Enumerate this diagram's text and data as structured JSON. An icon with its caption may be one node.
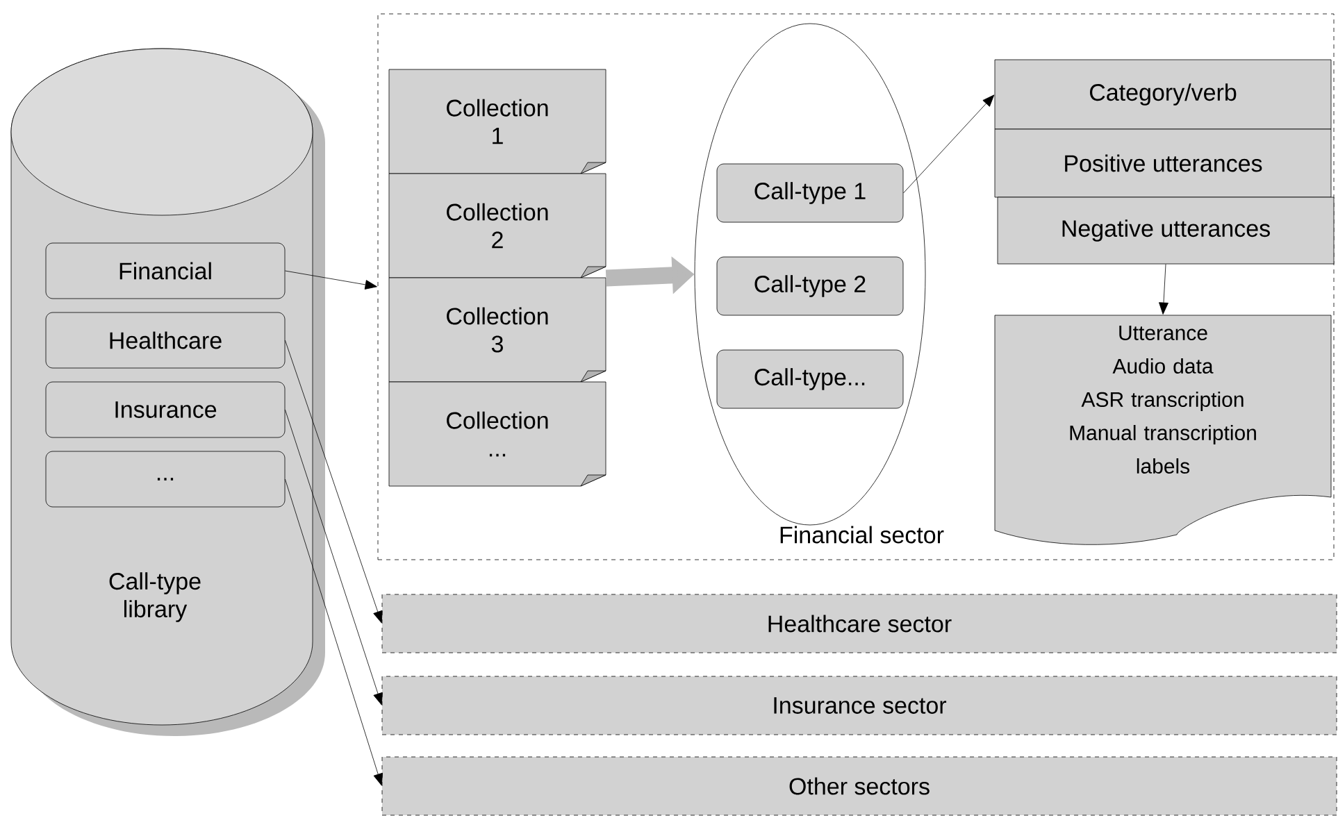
{
  "diagram": {
    "nodes": [
      {
        "text": [
          "Call-type library"
        ]
      },
      {
        "text": [
          "Financial"
        ],
        "in": 0
      },
      {
        "text": [
          "Healthcare"
        ],
        "in": 0
      },
      {
        "text": [
          "Insurance"
        ],
        "in": 0
      },
      {
        "text": [
          "..."
        ],
        "in": 0
      },
      {
        "text": [
          "Financial sector"
        ]
      },
      {
        "text": [
          "Collection 1"
        ],
        "in": 5
      },
      {
        "text": [
          "Collection 2"
        ],
        "in": 5
      },
      {
        "text": [
          "Collection 3"
        ],
        "in": 5
      },
      {
        "text": [
          "Collection ..."
        ],
        "in": 5
      },
      {
        "text": [],
        "shape": "ellipse",
        "in": 5
      },
      {
        "text": [
          "Call-type 1"
        ],
        "in": 10
      },
      {
        "text": [
          "Call-type 2"
        ],
        "in": 10
      },
      {
        "text": [
          "Call-type..."
        ],
        "in": 10
      },
      {
        "text": [
          "Category/verb"
        ],
        "in": 5
      },
      {
        "text": [
          "Positive utterances"
        ],
        "in": 5
      },
      {
        "text": [
          "Negative utterances"
        ],
        "in": 5
      },
      {
        "text": [
          "Utterance",
          "Audio data",
          "ASR transcription",
          "Manual transcription",
          "labels"
        ],
        "in": 5
      },
      {
        "text": [
          "Healthcare sector"
        ]
      },
      {
        "text": [
          "Insurance sector"
        ]
      },
      {
        "text": [
          "Other sectors"
        ]
      }
    ],
    "edges": [
      {
        "from": 1,
        "to": 5,
        "arrow": "to"
      },
      {
        "from": 2,
        "to": 18,
        "arrow": "to"
      },
      {
        "from": 3,
        "to": 19,
        "arrow": "to"
      },
      {
        "from": 4,
        "to": 20,
        "arrow": "to"
      },
      {
        "from": 7,
        "to": 10,
        "arrow": "to",
        "style": "thick",
        "color": "#b9b9b9"
      },
      {
        "from": 11,
        "to": 14,
        "arrow": "to"
      },
      {
        "from": 16,
        "to": 17,
        "arrow": "to"
      }
    ]
  }
}
